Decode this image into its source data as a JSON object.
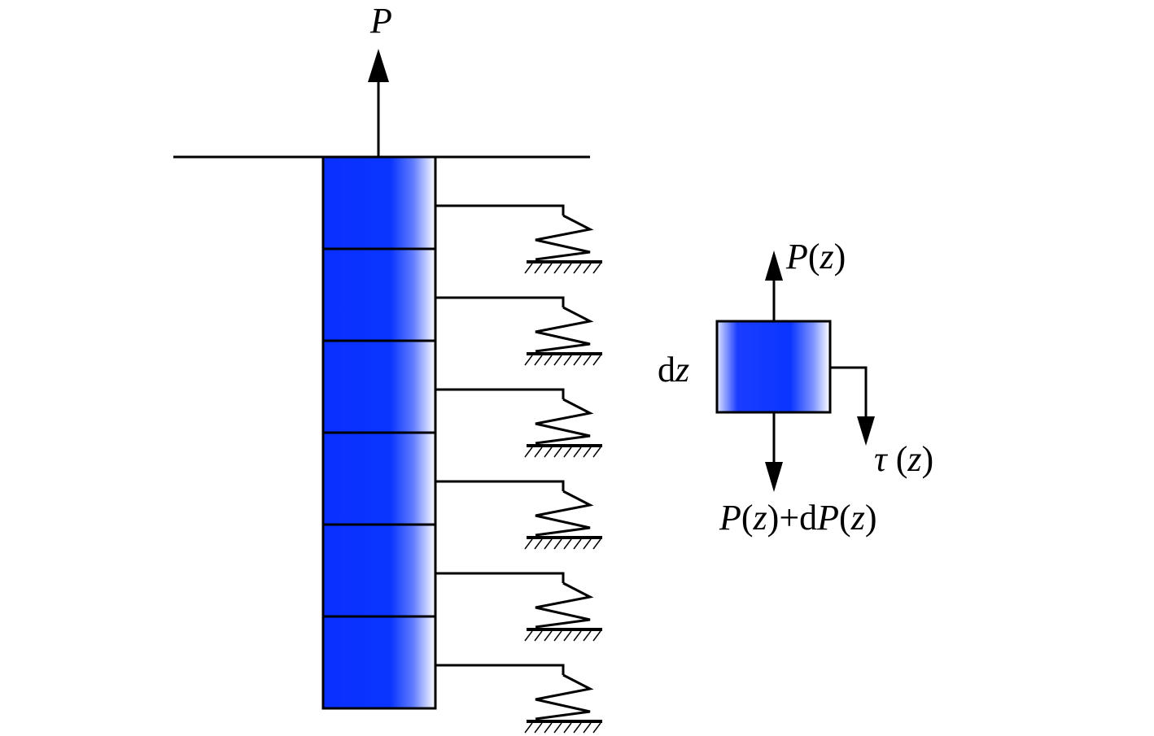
{
  "labels": {
    "load_symbol": "P",
    "element_top_force": {
      "var": "P",
      "open": "(",
      "arg": "z",
      "close": ")"
    },
    "element_height": {
      "d": "d",
      "var": "z"
    },
    "shear_stress": {
      "var": "τ",
      "open": " (",
      "arg": "z",
      "close": ")"
    },
    "element_bottom_force": {
      "var1": "P",
      "open1": "(",
      "arg1": "z",
      "close1": ")",
      "plus": "+d",
      "var2": "P",
      "open2": "(",
      "arg2": "z",
      "close2": ")"
    }
  },
  "pile": {
    "segment_count": 6
  },
  "colors": {
    "pile_fill_dark": "#0033ff",
    "pile_fill_light": "#ffffff",
    "line": "#000000"
  }
}
